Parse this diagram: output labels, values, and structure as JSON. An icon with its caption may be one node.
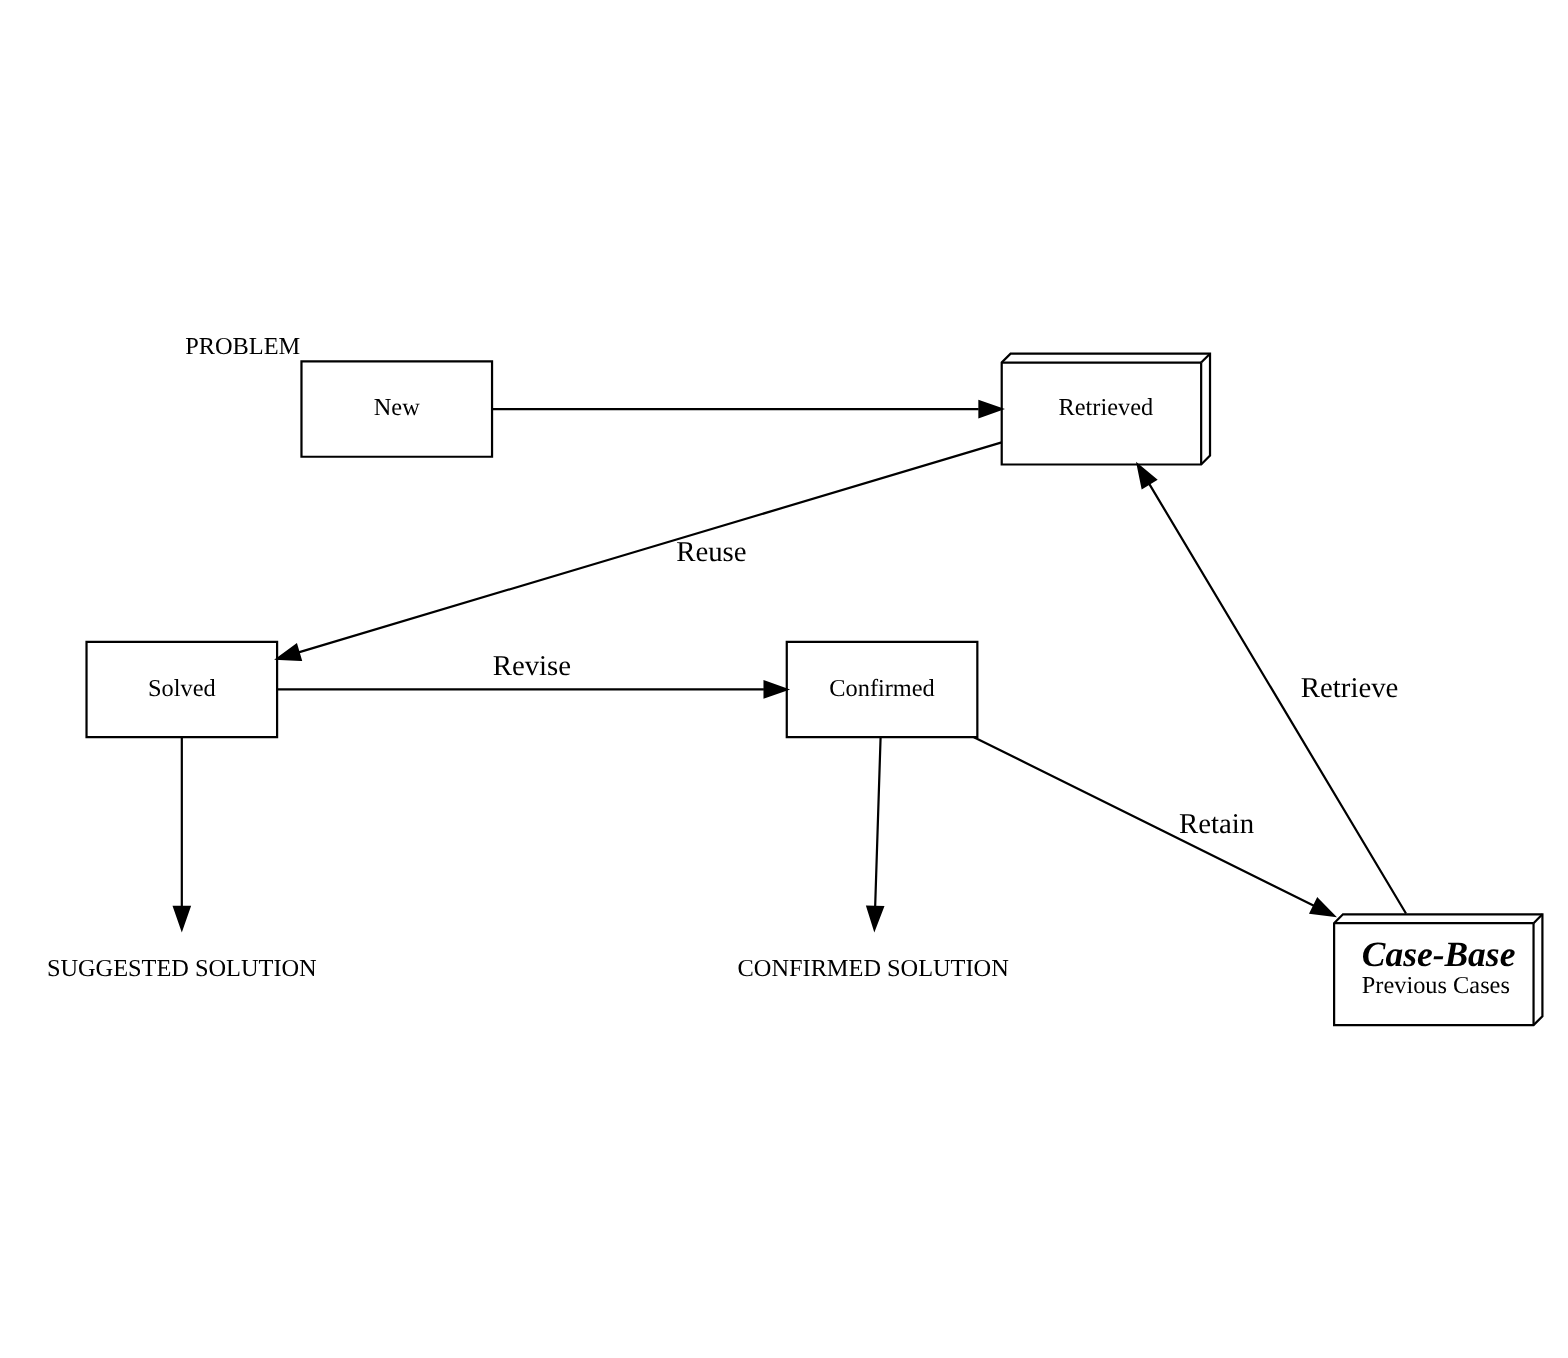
{
  "diagram": {
    "nodes": [
      {
        "text": [
          "New"
        ],
        "beside": [
          "PROBLEM"
        ]
      },
      {
        "text": [
          "Retrieved"
        ]
      },
      {
        "text": [
          "Case-Base",
          "Previous Cases"
        ]
      },
      {
        "text": [
          "Solved"
        ]
      },
      {
        "text": [
          "Confirmed"
        ]
      },
      {
        "text": [
          "SUGGESTED SOLUTION"
        ]
      },
      {
        "text": [
          "CONFIRMED SOLUTION"
        ]
      }
    ],
    "edges": [
      {
        "from": 0,
        "to": 1,
        "arrow": "to"
      },
      {
        "from": 2,
        "to": 1,
        "arrow": "to",
        "label": "Retrieve"
      },
      {
        "from": 1,
        "to": 3,
        "arrow": "to",
        "label": "Reuse"
      },
      {
        "from": 3,
        "to": 4,
        "arrow": "to",
        "label": "Revise"
      },
      {
        "from": 4,
        "to": 2,
        "arrow": "to",
        "label": "Retain"
      },
      {
        "from": 3,
        "to": 5,
        "arrow": "to"
      },
      {
        "from": 4,
        "to": 6,
        "arrow": "to"
      }
    ]
  }
}
